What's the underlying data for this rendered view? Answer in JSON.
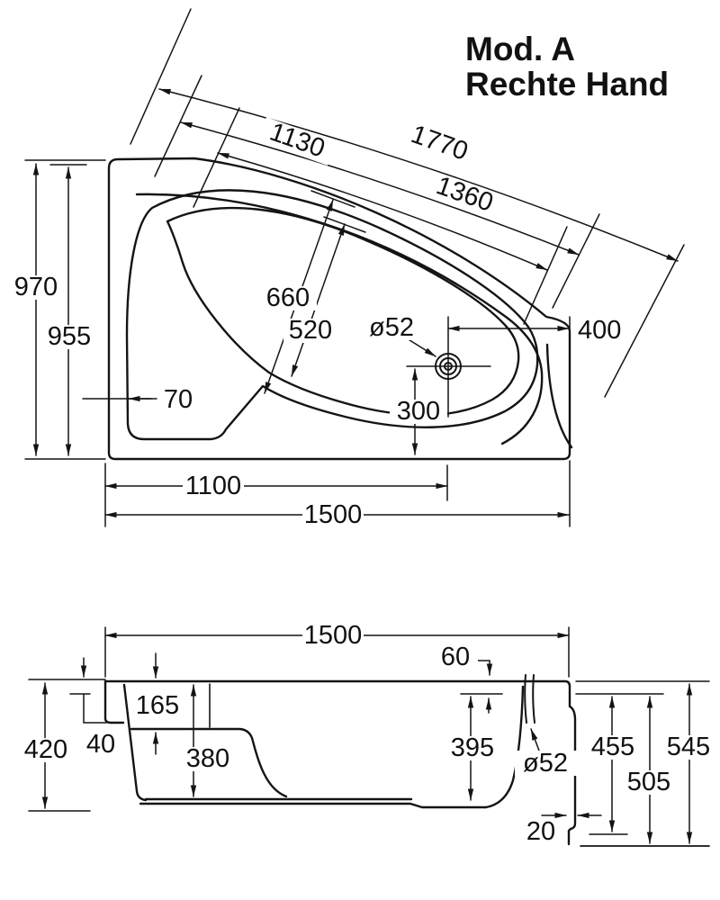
{
  "title": {
    "model": "Mod. A",
    "variant": "Rechte Hand"
  },
  "plan": {
    "slant_total": "1770",
    "slant_inner": "1130",
    "slant_mid": "1360",
    "depth_total": "970",
    "depth_inner": "955",
    "seat_wall": "70",
    "well_width_outer": "660",
    "well_width_inner": "520",
    "drain_diameter": "ø52",
    "drain_to_bottom": "300",
    "drain_to_right": "400",
    "drain_from_left": "1100",
    "length_total": "1500"
  },
  "elevation": {
    "length_total": "1500",
    "rim_edge": "60",
    "seat_depth": "165",
    "inner_depth": "380",
    "height_left": "420",
    "rim_lip": "40",
    "depth_at_drain": "395",
    "drain_diameter": "ø52",
    "height_inner_right": "455",
    "height_total_right": "545",
    "height_to_ledge": "505",
    "skirt_offset": "20"
  },
  "colors": {
    "line": "#141414",
    "background": "#ffffff"
  }
}
